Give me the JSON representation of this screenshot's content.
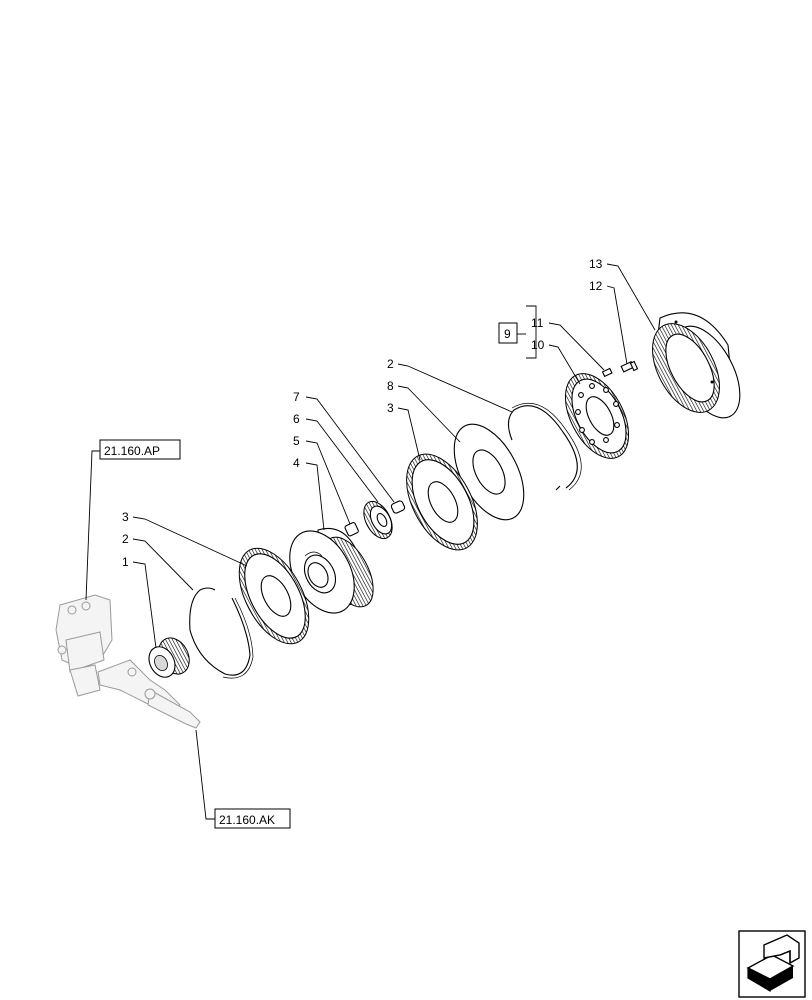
{
  "callouts": {
    "c1": "1",
    "c2a": "2",
    "c3a": "3",
    "c4": "4",
    "c5": "5",
    "c6": "6",
    "c7": "7",
    "c2b": "2",
    "c8": "8",
    "c3b": "3",
    "c9": "9",
    "c10": "10",
    "c11": "11",
    "c12": "12",
    "c13": "13"
  },
  "references": {
    "ap": "21.160.AP",
    "ak": "21.160.AK"
  },
  "nav_icon": "next-page-arrow-icon"
}
